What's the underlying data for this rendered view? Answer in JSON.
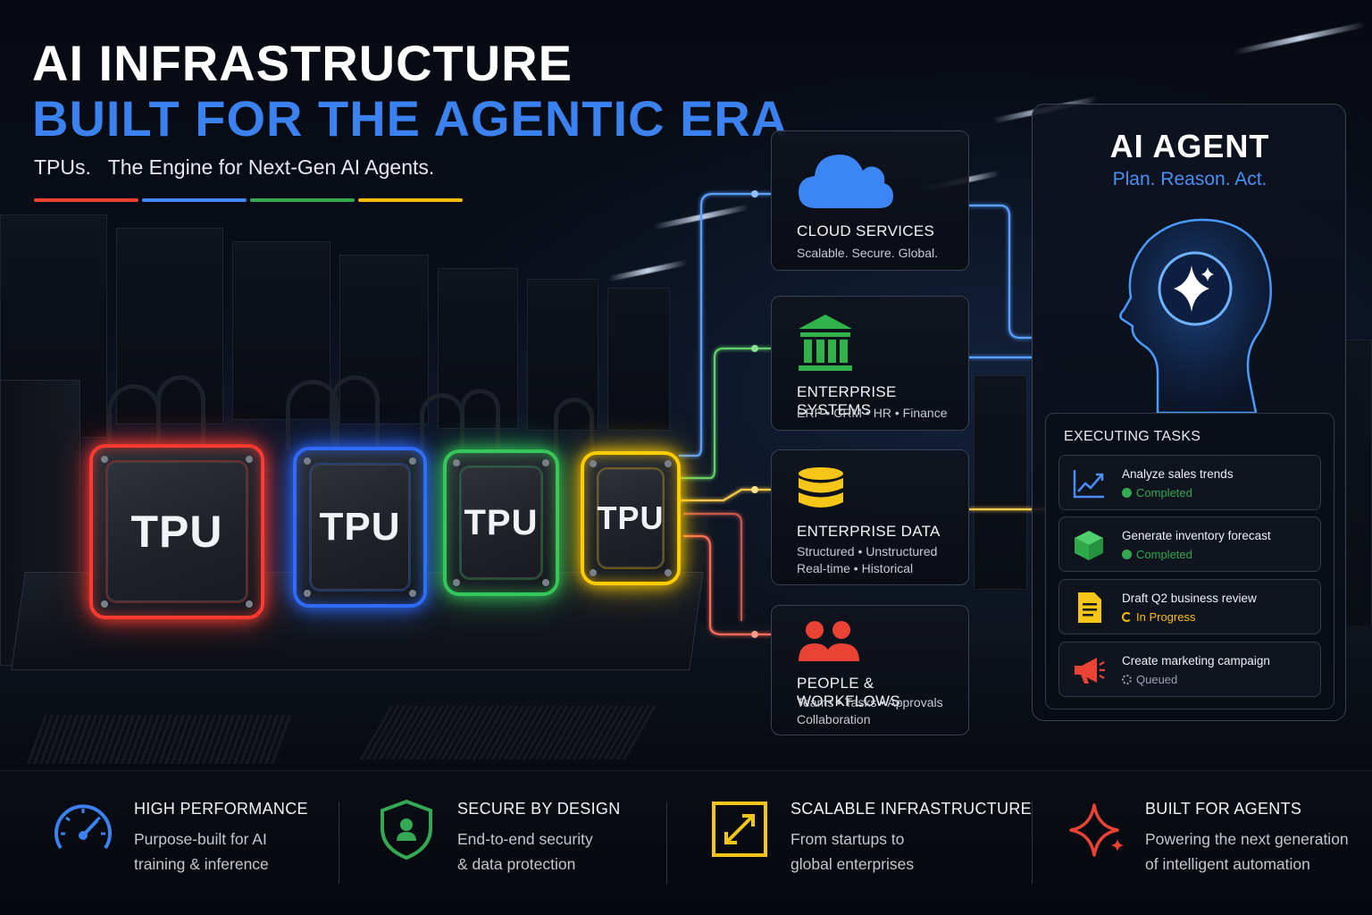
{
  "header": {
    "title_line1": "AI INFRASTRUCTURE",
    "title_line2": "BUILT FOR THE AGENTIC ERA",
    "subtitle": "TPUs.   The Engine for Next-Gen AI Agents.",
    "bar_colors": [
      "#ea4335",
      "#4285f4",
      "#34a853",
      "#fbbc05"
    ]
  },
  "tpus": [
    {
      "label": "TPU",
      "color": "#ff3b30"
    },
    {
      "label": "TPU",
      "color": "#2f6bff"
    },
    {
      "label": "TPU",
      "color": "#34c759"
    },
    {
      "label": "TPU",
      "color": "#ffcc00"
    }
  ],
  "cards": [
    {
      "icon": "cloud-icon",
      "title": "CLOUD SERVICES",
      "desc": "Scalable. Secure. Global."
    },
    {
      "icon": "bank-icon",
      "title": "ENTERPRISE SYSTEMS",
      "desc": "ERP  •  CRM  •  HR  •  Finance"
    },
    {
      "icon": "database-icon",
      "title": "ENTERPRISE DATA",
      "desc_line1": "Structured  •  Unstructured",
      "desc_line2": "Real-time  •  Historical"
    },
    {
      "icon": "people-icon",
      "title": "PEOPLE & WORKFLOWS",
      "desc_line1": "Teams  •  Tasks  •  Approvals",
      "desc_line2": "Collaboration"
    }
  ],
  "agent": {
    "title": "AI AGENT",
    "tagline": "Plan. Reason. Act.",
    "tasks_title": "EXECUTING TASKS",
    "tasks": [
      {
        "icon": "chart-line-icon",
        "name": "Analyze sales trends",
        "status": "Completed",
        "status_color": "#34a853"
      },
      {
        "icon": "cube-icon",
        "name": "Generate inventory forecast",
        "status": "Completed",
        "status_color": "#34a853"
      },
      {
        "icon": "document-icon",
        "name": "Draft Q2 business review",
        "status": "In Progress",
        "status_color": "#fbbc05"
      },
      {
        "icon": "megaphone-icon",
        "name": "Create marketing campaign",
        "status": "Queued",
        "status_color": "#9aa3b2"
      }
    ]
  },
  "features": [
    {
      "icon": "speedometer-icon",
      "title": "HIGH PERFORMANCE",
      "desc_line1": "Purpose-built for AI",
      "desc_line2": "training & inference"
    },
    {
      "icon": "shield-icon",
      "title": "SECURE BY DESIGN",
      "desc_line1": "End-to-end security",
      "desc_line2": "& data protection"
    },
    {
      "icon": "expand-icon",
      "title": "SCALABLE INFRASTRUCTURE",
      "desc_line1": "From startups to",
      "desc_line2": "global enterprises"
    },
    {
      "icon": "sparkle-icon",
      "title": "BUILT FOR AGENTS",
      "desc_line1": "Powering the next generation",
      "desc_line2": "of intelligent automation"
    }
  ]
}
